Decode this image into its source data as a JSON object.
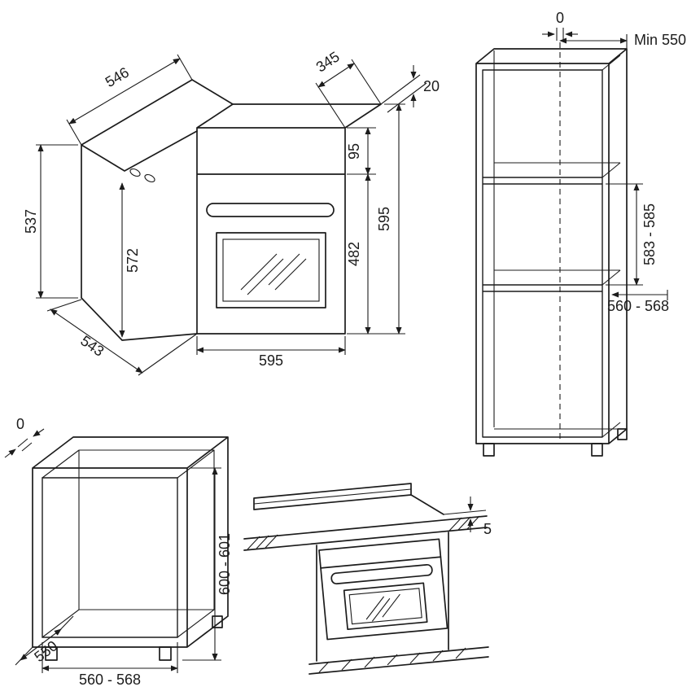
{
  "figure": {
    "background": "#ffffff",
    "line_color": "#1c1c1c"
  },
  "oven_view": {
    "dim_top_width": "546",
    "dim_top_depth": "345",
    "dim_top_step": "20",
    "dim_panel_height": "95",
    "dim_door_height": "482",
    "dim_total_height": "595",
    "dim_side_height": "537",
    "dim_niche_front_height": "572",
    "dim_depth": "543",
    "dim_bottom_width": "595"
  },
  "tall_unit_view": {
    "dim_front_gap": "0",
    "dim_min_depth": "Min 550",
    "dim_niche_height": "583 - 585",
    "dim_niche_width": "560 - 568"
  },
  "base_unit_view": {
    "dim_front_gap": "0",
    "dim_height": "600 - 601",
    "dim_depth": "550",
    "dim_width": "560 - 568"
  },
  "hob_view": {
    "dim_hob_gap": "5"
  }
}
